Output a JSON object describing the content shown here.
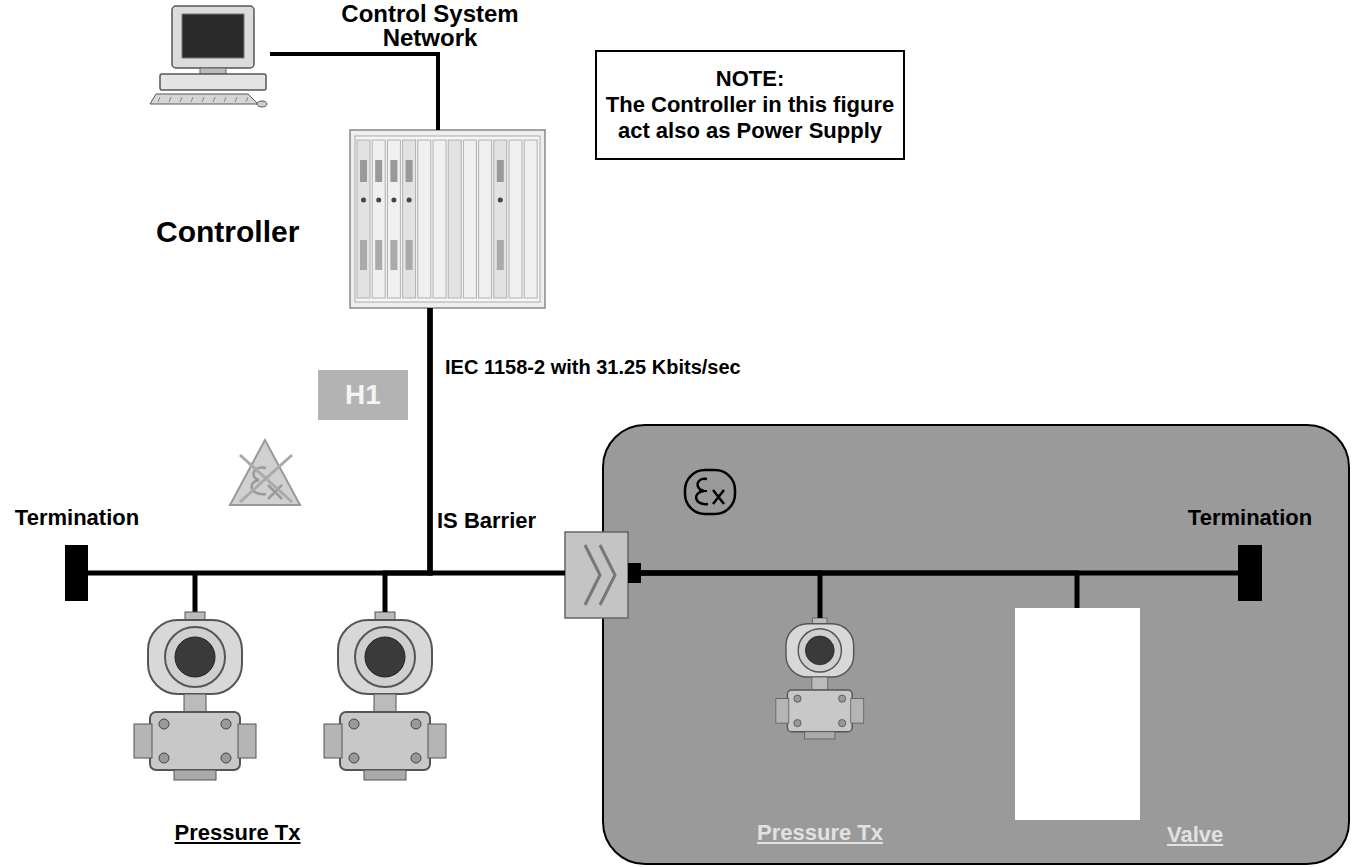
{
  "diagram": {
    "nodes": [
      {
        "text": [
          "Control System Network"
        ]
      },
      {
        "text": [
          "Controller"
        ]
      },
      {
        "text": [
          "NOTE:",
          "The Controller in this figure act also as Power Supply"
        ]
      },
      {
        "text": [
          "H1"
        ]
      },
      {
        "text": [
          "Termination"
        ]
      },
      {
        "text": [
          "IS Barrier"
        ]
      },
      {
        "text": [
          "Termination"
        ]
      },
      {
        "text": [
          "Pressure Tx"
        ]
      },
      {
        "text": [
          "Pressure Tx"
        ]
      },
      {
        "text": [
          "Valve"
        ]
      }
    ],
    "edges": [
      {
        "from": 0,
        "to": 1,
        "arrow": "none"
      },
      {
        "from": 1,
        "to": 4,
        "arrow": "none"
      },
      {
        "from": 1,
        "to": 7,
        "arrow": "none"
      },
      {
        "from": 1,
        "to": 5,
        "arrow": "none"
      },
      {
        "from": 5,
        "to": 6,
        "arrow": "none"
      },
      {
        "from": 5,
        "to": 8,
        "arrow": "none"
      },
      {
        "from": 5,
        "to": 9,
        "arrow": "none"
      }
    ],
    "labels": [
      "IEC 1158-2 with 31.25 Kbits/sec"
    ]
  }
}
